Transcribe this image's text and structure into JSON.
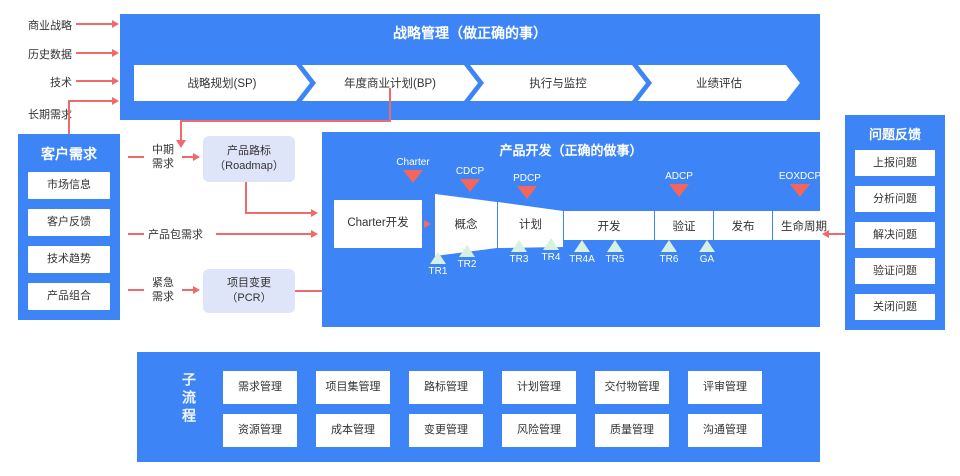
{
  "colors": {
    "blue": "#3d85f7",
    "red": "#ef6a6a",
    "gate_red": "#f4665c",
    "tr_green": "#d6f0e4",
    "soft_box": "#dfe5f8"
  },
  "inputs": {
    "items": [
      {
        "label": "商业战略"
      },
      {
        "label": "历史数据"
      },
      {
        "label": "技术"
      },
      {
        "label": "长期需求"
      }
    ]
  },
  "strategy": {
    "title": "战略管理（做正确的事）",
    "phases": [
      {
        "label": "战略规划(SP)"
      },
      {
        "label": "年度商业计划(BP)"
      },
      {
        "label": "执行与监控"
      },
      {
        "label": "业绩评估"
      }
    ]
  },
  "customer": {
    "title": "客户需求",
    "items": [
      {
        "label": "市场信息"
      },
      {
        "label": "客户反馈"
      },
      {
        "label": "技术趋势"
      },
      {
        "label": "产品组合"
      }
    ]
  },
  "middle": {
    "flows": [
      {
        "label_line1": "中期",
        "label_line2": "需求"
      },
      {
        "label_line1": "产品包需求",
        "label_line2": ""
      },
      {
        "label_line1": "紧急",
        "label_line2": "需求"
      }
    ],
    "roadmap": {
      "line1": "产品路标",
      "line2": "（Roadmap）"
    },
    "pcr": {
      "line1": "项目变更",
      "line2": "（PCR）"
    }
  },
  "product": {
    "title": "产品开发（正确的做事）",
    "charter_box": "Charter开发",
    "phases": [
      {
        "label": "概念"
      },
      {
        "label": "计划"
      },
      {
        "label": "开发"
      },
      {
        "label": "验证"
      },
      {
        "label": "发布"
      },
      {
        "label": "生命周期"
      }
    ],
    "gates": [
      {
        "label": "Charter"
      },
      {
        "label": "CDCP"
      },
      {
        "label": "PDCP"
      },
      {
        "label": "ADCP"
      },
      {
        "label": "EOXDCP"
      }
    ],
    "reviews": [
      {
        "label": "TR1"
      },
      {
        "label": "TR2"
      },
      {
        "label": "TR3"
      },
      {
        "label": "TR4"
      },
      {
        "label": "TR4A"
      },
      {
        "label": "TR5"
      },
      {
        "label": "TR6"
      },
      {
        "label": "GA"
      }
    ]
  },
  "issues": {
    "title": "问题反馈",
    "items": [
      {
        "label": "上报问题"
      },
      {
        "label": "分析问题"
      },
      {
        "label": "解决问题"
      },
      {
        "label": "验证问题"
      },
      {
        "label": "关闭问题"
      }
    ]
  },
  "subprocess": {
    "title": "子流程",
    "row1": [
      {
        "label": "需求管理"
      },
      {
        "label": "项目集管理"
      },
      {
        "label": "路标管理"
      },
      {
        "label": "计划管理"
      },
      {
        "label": "交付物管理"
      },
      {
        "label": "评审管理"
      }
    ],
    "row2": [
      {
        "label": "资源管理"
      },
      {
        "label": "成本管理"
      },
      {
        "label": "变更管理"
      },
      {
        "label": "风险管理"
      },
      {
        "label": "质量管理"
      },
      {
        "label": "沟通管理"
      }
    ]
  }
}
